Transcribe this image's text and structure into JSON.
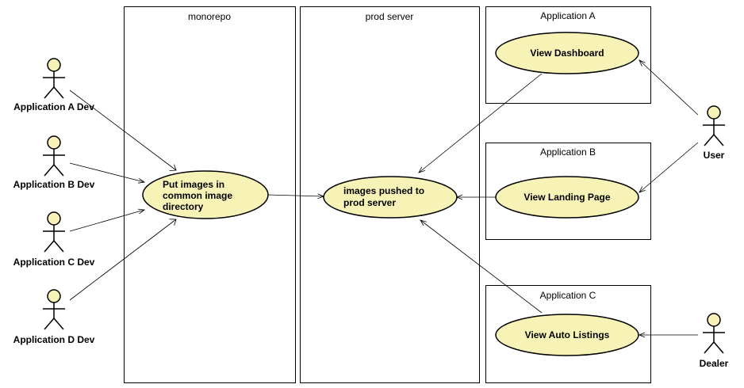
{
  "colors": {
    "use_case_fill": "#f7f3b6",
    "stroke": "#000000",
    "background": "#ffffff"
  },
  "boundaries": {
    "monorepo": "monorepo",
    "prod_server": "prod server",
    "app_a": "Application A",
    "app_b": "Application B",
    "app_c": "Application C"
  },
  "use_cases": {
    "put_images": [
      "Put images in",
      "common image",
      "directory"
    ],
    "images_pushed": [
      "images pushed to",
      "prod server"
    ],
    "view_dashboard": "View Dashboard",
    "view_landing": "View Landing Page",
    "view_auto": "View Auto Listings"
  },
  "actors": {
    "app_a_dev": "Application A Dev",
    "app_b_dev": "Application B Dev",
    "app_c_dev": "Application C Dev",
    "app_d_dev": "Application D Dev",
    "user": "User",
    "dealer": "Dealer"
  }
}
